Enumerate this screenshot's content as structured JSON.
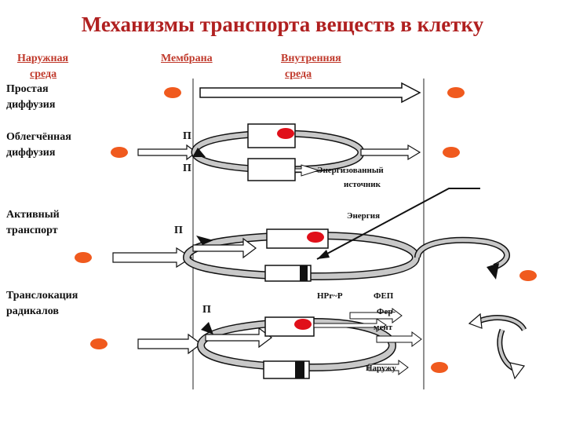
{
  "title": "Механизмы транспорта веществ в клетку",
  "headers": {
    "outer_line1": "Наружная",
    "outer_line2": "среда",
    "membrane": "Мембрана",
    "inner_line1": "Внутренняя",
    "inner_line2": "среда"
  },
  "rows": {
    "simple_line1": "Простая",
    "simple_line2": "диффузия",
    "facilitated_line1": "Облегчённая",
    "facilitated_line2": "диффузия",
    "active_line1": "Активный",
    "active_line2": "транспорт",
    "translocation_line1": "Транслокация",
    "translocation_line2": "радикалов"
  },
  "annotations": {
    "p1": "П",
    "p2": "П",
    "p3": "П",
    "p4": "П",
    "energized_line1": "Энергизованный",
    "energized_line2": "источник",
    "energy": "Энергия",
    "hpr": "HPr~P",
    "fep": "ФЕП",
    "enzyme_line1": "Фер-",
    "enzyme_line2": "мент",
    "outside": "Наружу"
  },
  "colors": {
    "title": "#b02020",
    "header": "#c0392b",
    "particle_orange": "#f05a1e",
    "particle_red": "#e0101a",
    "carrier_ring": "#c8c8c8"
  }
}
